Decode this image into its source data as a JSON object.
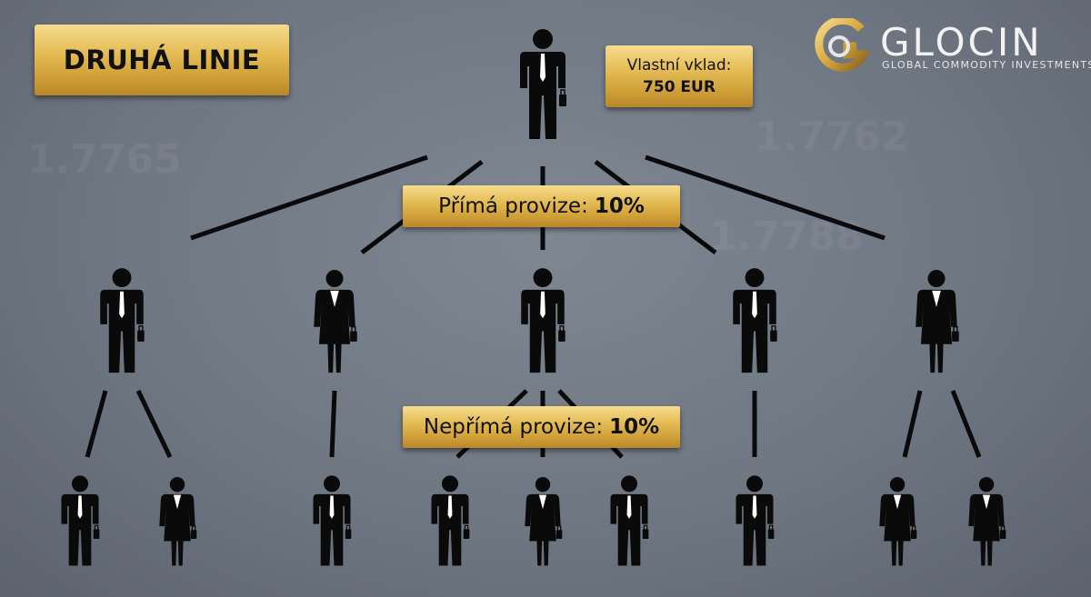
{
  "title": "DRUHÁ LINIE",
  "deposit": {
    "label": "Vlastní vklad:",
    "amount": "750 EUR"
  },
  "direct_commission": {
    "label": "Přímá provize:",
    "percent": "10%"
  },
  "indirect_commission": {
    "label": "Nepřímá provize:",
    "percent": "10%"
  },
  "logo": {
    "name": "GLOCIN",
    "tagline": "GLOBAL COMMODITY INVESTMENTS"
  },
  "colors": {
    "gold": "#e4bc55",
    "background": "#737b87",
    "figure": "#0a0a0a"
  },
  "hierarchy": {
    "root": {
      "figure": "man"
    },
    "second_line": [
      {
        "figure": "man",
        "children": [
          "man",
          "woman"
        ]
      },
      {
        "figure": "woman",
        "children": [
          "man"
        ]
      },
      {
        "figure": "man",
        "children": [
          "man",
          "woman",
          "man"
        ]
      },
      {
        "figure": "man",
        "children": [
          "man"
        ]
      },
      {
        "figure": "woman",
        "children": [
          "woman",
          "woman"
        ]
      }
    ]
  }
}
